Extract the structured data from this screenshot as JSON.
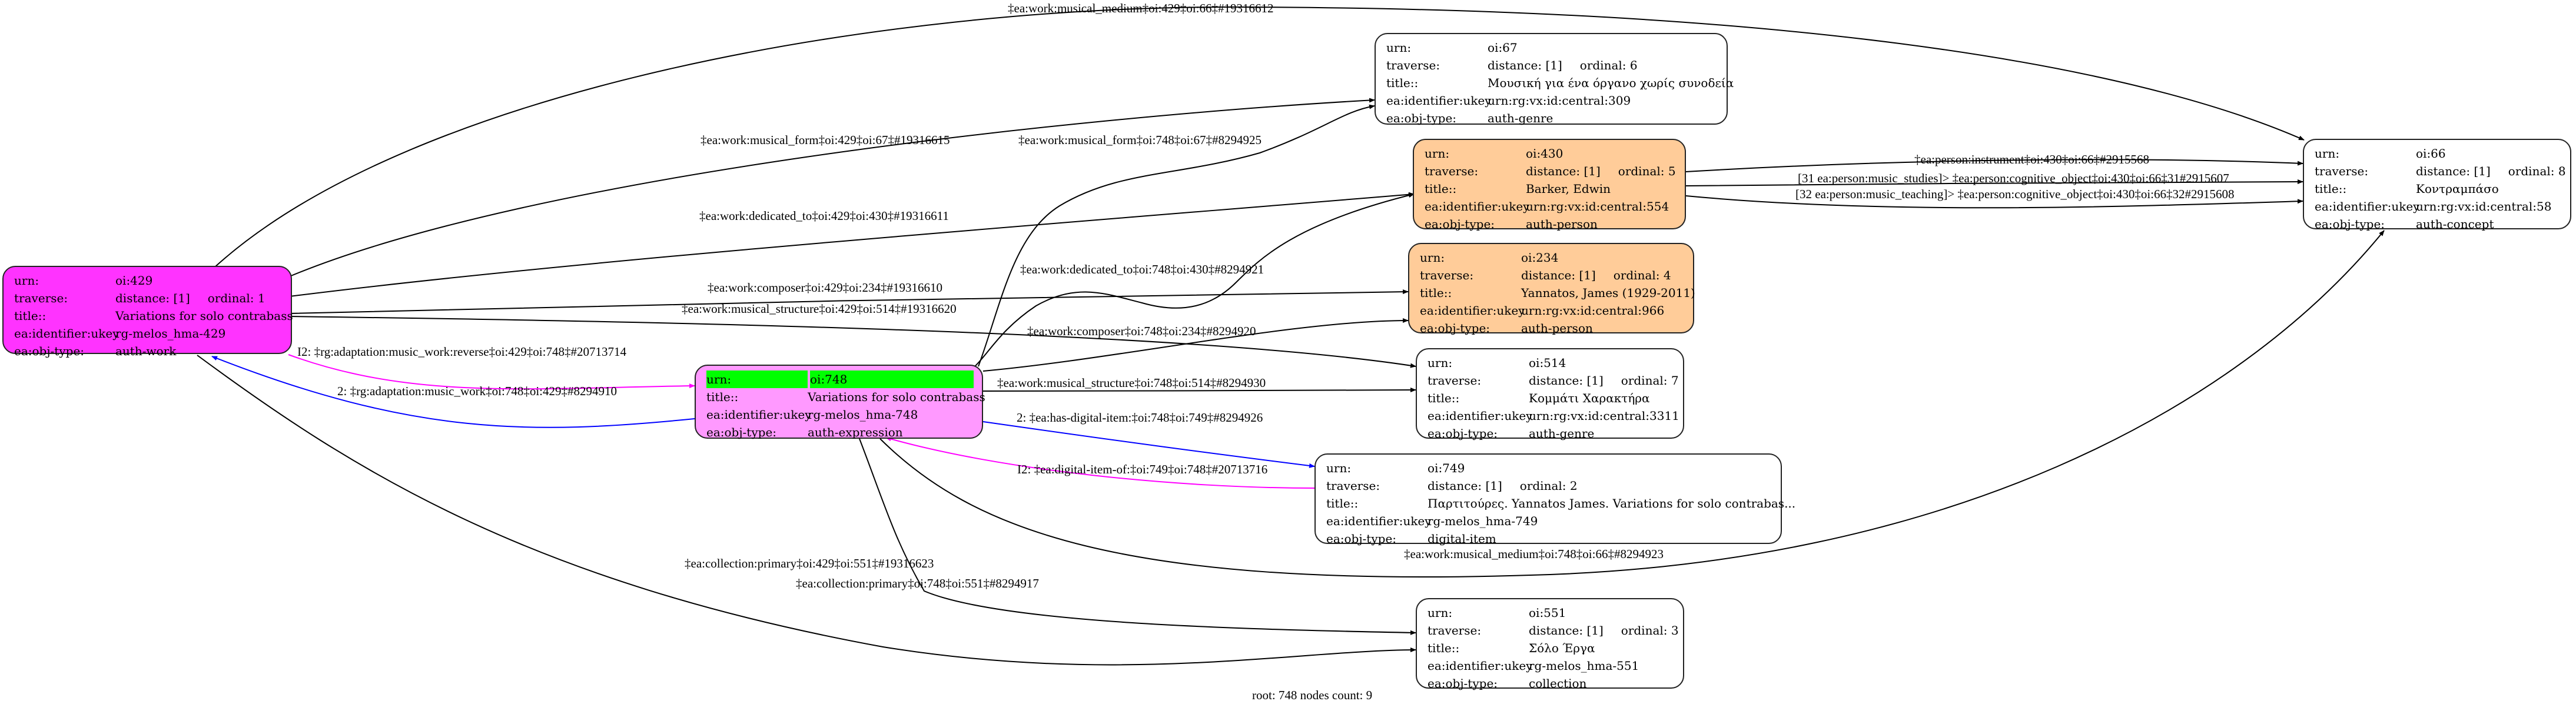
{
  "graph": {
    "footer": "root: 748 nodes count: 9",
    "field_labels": {
      "urn": "urn:",
      "traverse": "traverse:",
      "title": "title::",
      "ukey": "ea:identifier:ukey",
      "type": "ea:obj-type:"
    },
    "colors": {
      "root_work": "#ff33ff",
      "expression": "#ff99ff",
      "person": "#ffcc99",
      "highlight": "#00ff00",
      "edge_default": "#000000",
      "edge_blue": "#0000ff",
      "edge_magenta": "#ff00ff"
    },
    "nodes": [
      {
        "id": "oi:429",
        "urn": "oi:429",
        "distance": "distance: [1]",
        "ordinal": "ordinal: 1",
        "title": "Variations for solo contrabass",
        "ukey": "rg-melos_hma-429",
        "type": "auth-work"
      },
      {
        "id": "oi:748",
        "urn": "oi:748",
        "title": "Variations for solo contrabass",
        "ukey": "rg-melos_hma-748",
        "type": "auth-expression",
        "root": true
      },
      {
        "id": "oi:67",
        "urn": "oi:67",
        "distance": "distance: [1]",
        "ordinal": "ordinal: 6",
        "title": "Μουσική για ένα όργανο χωρίς συνοδεία",
        "ukey": "urn:rg:vx:id:central:309",
        "type": "auth-genre"
      },
      {
        "id": "oi:430",
        "urn": "oi:430",
        "distance": "distance: [1]",
        "ordinal": "ordinal: 5",
        "title": "Barker, Edwin",
        "ukey": "urn:rg:vx:id:central:554",
        "type": "auth-person"
      },
      {
        "id": "oi:234",
        "urn": "oi:234",
        "distance": "distance: [1]",
        "ordinal": "ordinal: 4",
        "title": "Yannatos, James (1929-2011)",
        "ukey": "urn:rg:vx:id:central:966",
        "type": "auth-person"
      },
      {
        "id": "oi:514",
        "urn": "oi:514",
        "distance": "distance: [1]",
        "ordinal": "ordinal: 7",
        "title": "Κομμάτι Χαρακτήρα",
        "ukey": "urn:rg:vx:id:central:3311",
        "type": "auth-genre"
      },
      {
        "id": "oi:749",
        "urn": "oi:749",
        "distance": "distance: [1]",
        "ordinal": "ordinal: 2",
        "title": "Παρτιτούρες. Yannatos James. Variations for solo contrabas...",
        "ukey": "rg-melos_hma-749",
        "type": "digital-item"
      },
      {
        "id": "oi:66",
        "urn": "oi:66",
        "distance": "distance: [1]",
        "ordinal": "ordinal: 8",
        "title": "Κοντραμπάσο",
        "ukey": "urn:rg:vx:id:central:58",
        "type": "auth-concept"
      },
      {
        "id": "oi:551",
        "urn": "oi:551",
        "distance": "distance: [1]",
        "ordinal": "ordinal: 3",
        "title": "Σόλο Έργα",
        "ukey": "rg-melos_hma-551",
        "type": "collection"
      }
    ],
    "edges": [
      {
        "from": "oi:429",
        "to": "oi:66",
        "color": "edge_default",
        "label": "‡ea:work:musical_medium‡oi:429‡oi:66‡#19316612"
      },
      {
        "from": "oi:429",
        "to": "oi:67",
        "color": "edge_default",
        "label": "‡ea:work:musical_form‡oi:429‡oi:67‡#19316615"
      },
      {
        "from": "oi:748",
        "to": "oi:67",
        "color": "edge_default",
        "label": "‡ea:work:musical_form‡oi:748‡oi:67‡#8294925"
      },
      {
        "from": "oi:429",
        "to": "oi:430",
        "color": "edge_default",
        "label": "‡ea:work:dedicated_to‡oi:429‡oi:430‡#19316611"
      },
      {
        "from": "oi:748",
        "to": "oi:430",
        "color": "edge_default",
        "label": "‡ea:work:dedicated_to‡oi:748‡oi:430‡#8294921"
      },
      {
        "from": "oi:429",
        "to": "oi:234",
        "color": "edge_default",
        "label": "‡ea:work:composer‡oi:429‡oi:234‡#19316610"
      },
      {
        "from": "oi:748",
        "to": "oi:234",
        "color": "edge_default",
        "label": "‡ea:work:composer‡oi:748‡oi:234‡#8294920"
      },
      {
        "from": "oi:429",
        "to": "oi:514",
        "color": "edge_default",
        "label": "‡ea:work:musical_structure‡oi:429‡oi:514‡#19316620"
      },
      {
        "from": "oi:748",
        "to": "oi:514",
        "color": "edge_default",
        "label": "‡ea:work:musical_structure‡oi:748‡oi:514‡#8294930"
      },
      {
        "from": "oi:429",
        "to": "oi:748",
        "color": "edge_magenta",
        "label": "I2: ‡rg:adaptation:music_work:reverse‡oi:429‡oi:748‡#20713714"
      },
      {
        "from": "oi:748",
        "to": "oi:429",
        "color": "edge_blue",
        "label": "2: ‡rg:adaptation:music_work‡oi:748‡oi:429‡#8294910"
      },
      {
        "from": "oi:748",
        "to": "oi:749",
        "color": "edge_blue",
        "label": "2: ‡ea:has-digital-item:‡oi:748‡oi:749‡#8294926"
      },
      {
        "from": "oi:749",
        "to": "oi:748",
        "color": "edge_magenta",
        "label": "I2: ‡ea:digital-item-of:‡oi:749‡oi:748‡#20713716"
      },
      {
        "from": "oi:430",
        "to": "oi:66",
        "color": "edge_default",
        "label": "‡ea:person:instrument‡oi:430‡oi:66‡#2915568"
      },
      {
        "from": "oi:430",
        "to": "oi:66",
        "color": "edge_default",
        "label": "[31 ea:person:music_studies]> ‡ea:person:cognitive_object‡oi:430‡oi:66‡31#2915607"
      },
      {
        "from": "oi:430",
        "to": "oi:66",
        "color": "edge_default",
        "label": "[32 ea:person:music_teaching]> ‡ea:person:cognitive_object‡oi:430‡oi:66‡32#2915608"
      },
      {
        "from": "oi:748",
        "to": "oi:66",
        "color": "edge_default",
        "label": "‡ea:work:musical_medium‡oi:748‡oi:66‡#8294923"
      },
      {
        "from": "oi:429",
        "to": "oi:551",
        "color": "edge_default",
        "label": "‡ea:collection:primary‡oi:429‡oi:551‡#19316623"
      },
      {
        "from": "oi:748",
        "to": "oi:551",
        "color": "edge_default",
        "label": "‡ea:collection:primary‡oi:748‡oi:551‡#8294917"
      }
    ]
  }
}
